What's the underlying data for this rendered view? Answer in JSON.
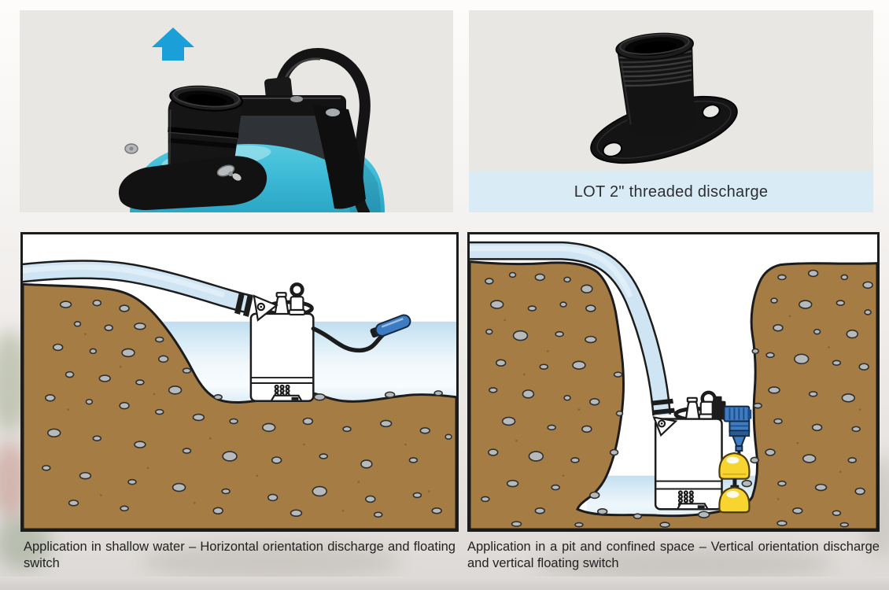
{
  "top_right_photo": {
    "caption": "LOT 2\" threaded discharge"
  },
  "figures": [
    {
      "caption": "Application in shallow water – Horizontal orientation discharge and floating switch"
    },
    {
      "caption": "Application in a pit and confined space – Vertical orientation discharge and vertical floating switch"
    }
  ],
  "icons": {
    "up_arrow": "direction-up arrow over pump discharge outlet"
  },
  "colors": {
    "photo_background": "#e8e7e4",
    "caption_bar_background": "#d9ebf5",
    "caption_text": "#222222",
    "arrow_blue": "#1b9fd9",
    "pump_teal": "#3fbcd8",
    "soil_brown": "#a57c43",
    "stone_gray": "#b6babb",
    "water_blue": "#c5dfee",
    "hose_blue": "#cfe5f3",
    "float_switch_blue": "#3d7cc2",
    "float_yellow": "#f7d52e",
    "outline_black": "#1c1c1c"
  }
}
